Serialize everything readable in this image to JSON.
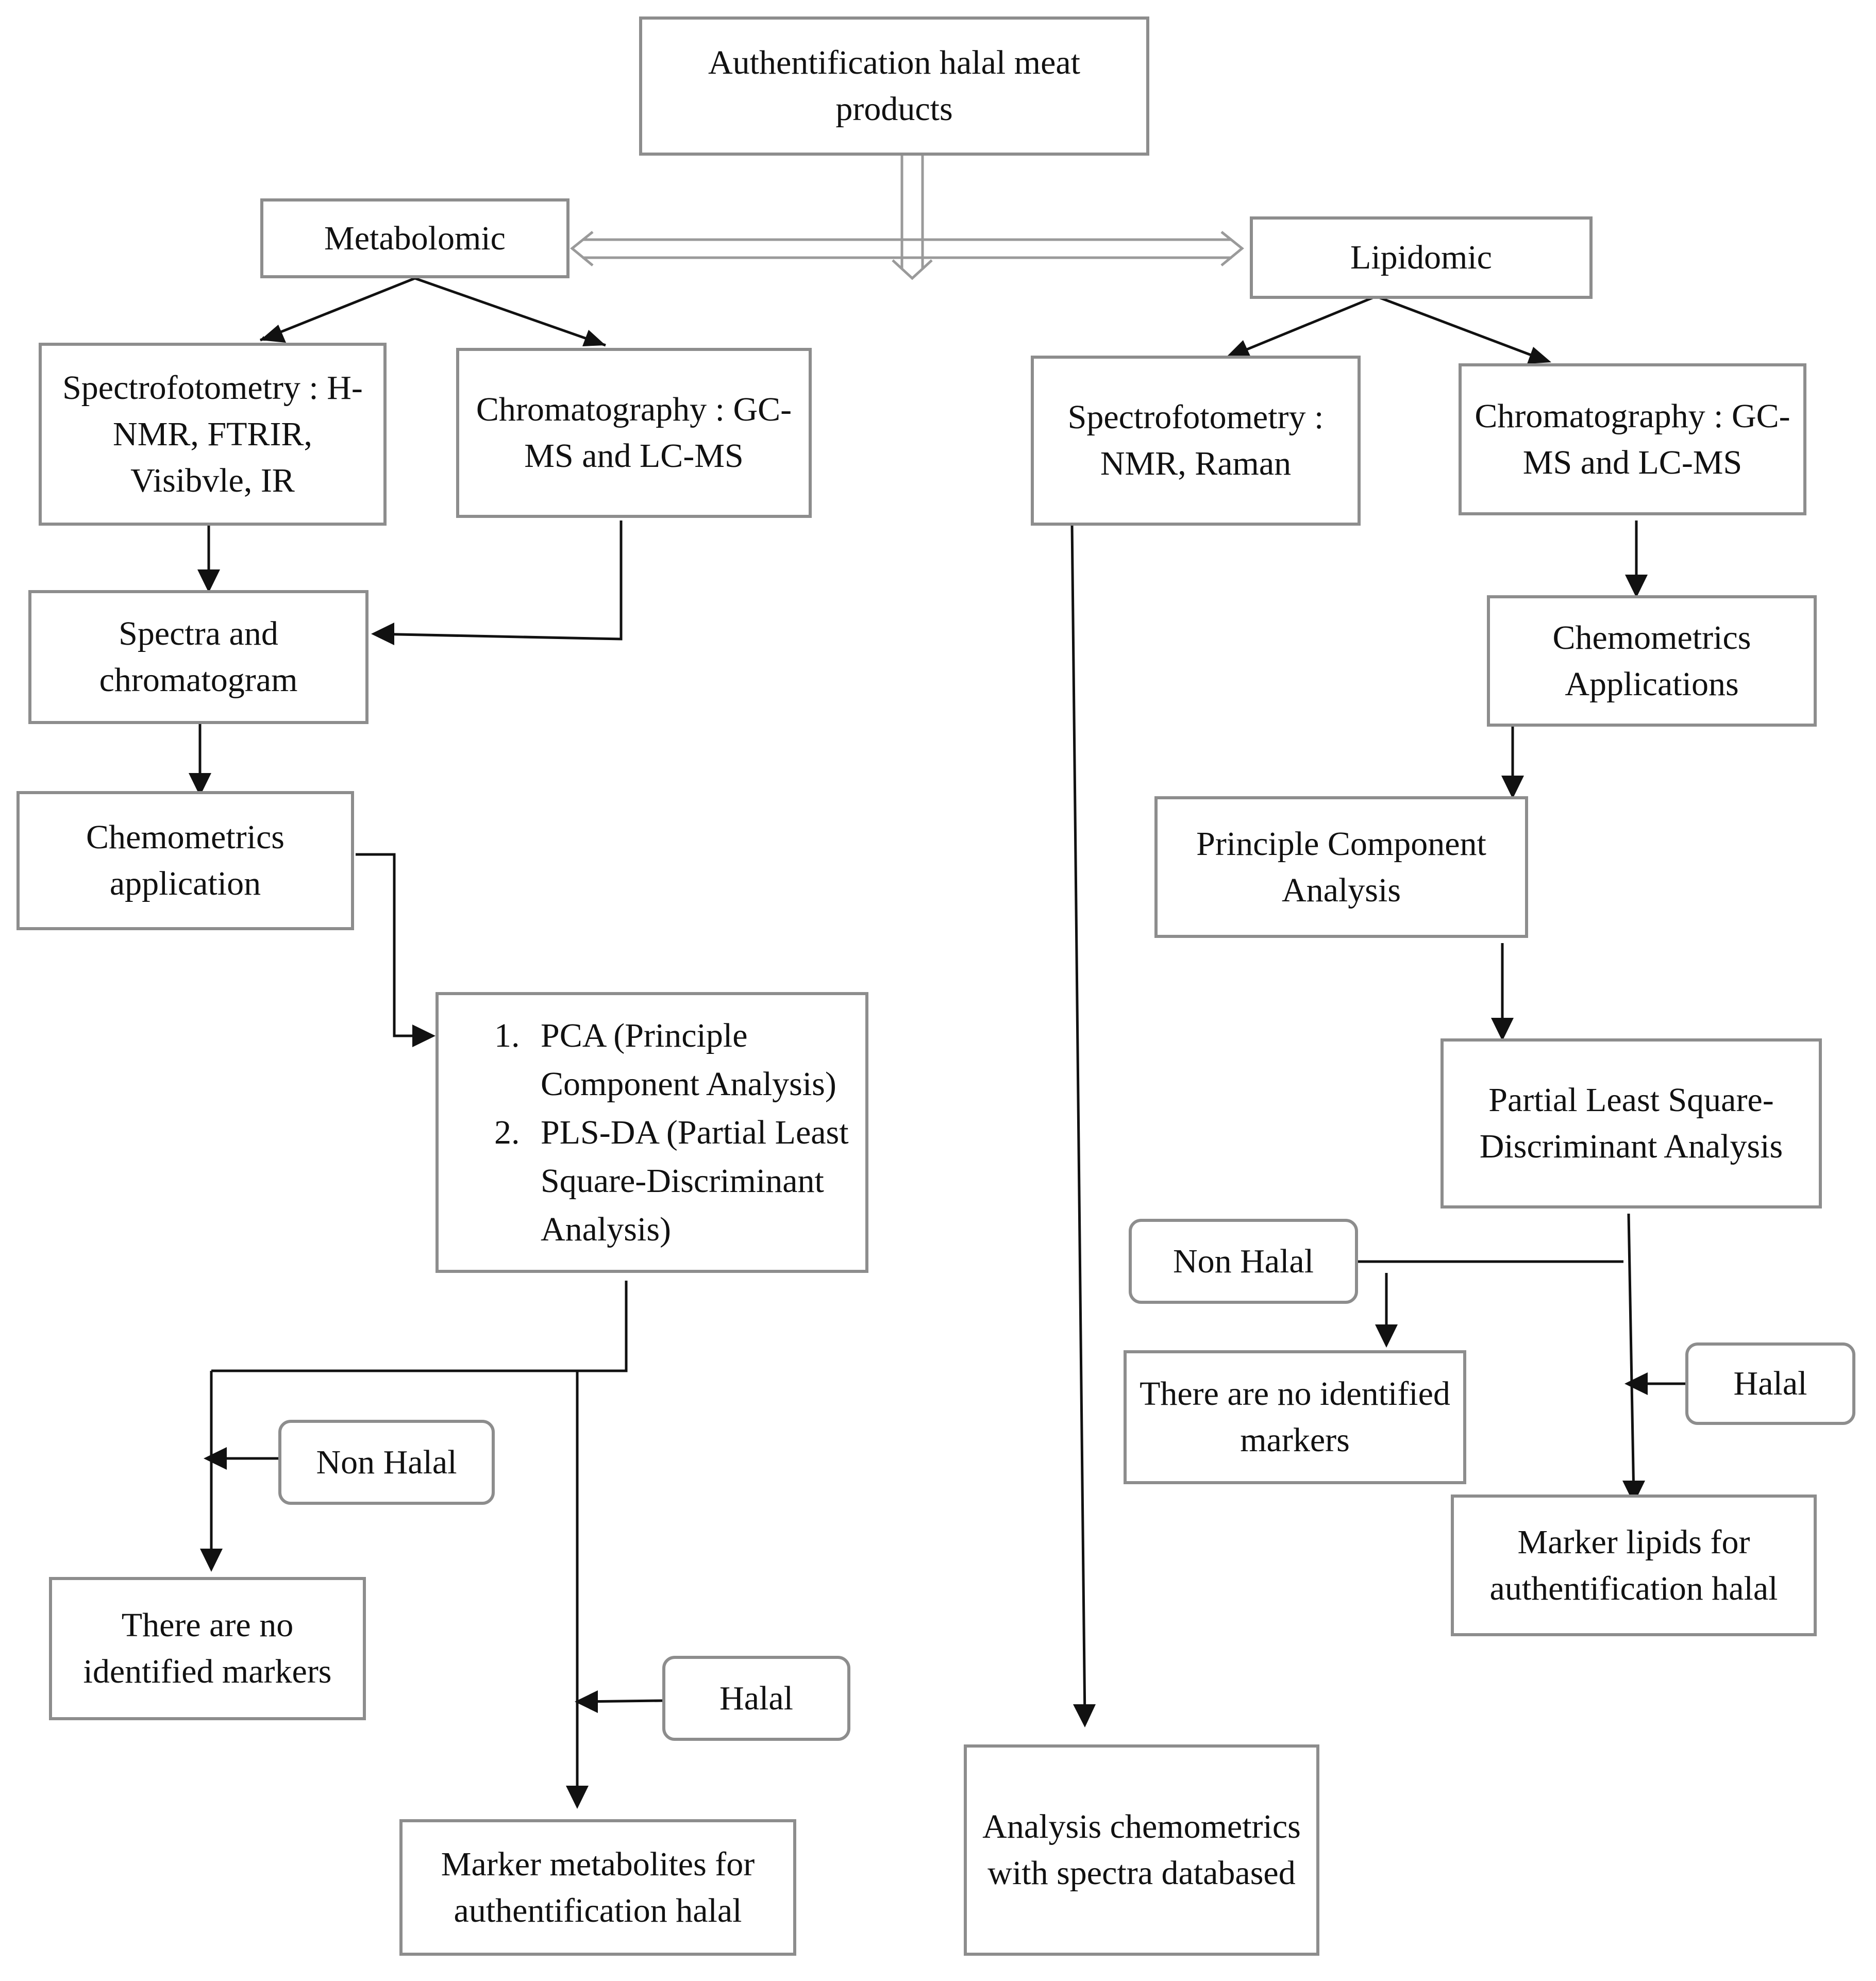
{
  "root": {
    "text": "Authentification halal meat products"
  },
  "metabolomic": {
    "title": "Metabolomic",
    "spectro": "Spectrofotometry : H-NMR, FTRIR, Visibvle, IR",
    "chroma": "Chromatography : GC-MS and LC-MS",
    "spectra": "Spectra and chromatogram",
    "chemo": "Chemometrics application",
    "methods": [
      "PCA (Principle Component Analysis)",
      "PLS-DA (Partial Least Square-Discriminant Analysis)"
    ],
    "non_halal": "Non Halal",
    "no_markers": "There are no identified markers",
    "halal": "Halal",
    "marker": "Marker metabolites for authentification halal"
  },
  "lipidomic": {
    "title": "Lipidomic",
    "spectro": "Spectrofotometry : NMR, Raman",
    "chroma": "Chromatography : GC-MS and LC-MS",
    "chemo": "Chemometrics Applications",
    "pca": "Principle Component Analysis",
    "plsda": "Partial Least Square-Discriminant Analysis",
    "non_halal": "Non Halal",
    "no_markers": "There are no identified markers",
    "halal": "Halal",
    "marker": "Marker lipids for authentification halal",
    "analysis": "Analysis chemometrics with spectra databased"
  },
  "colors": {
    "border": "#8d8d8d",
    "arrow": "#111111"
  }
}
